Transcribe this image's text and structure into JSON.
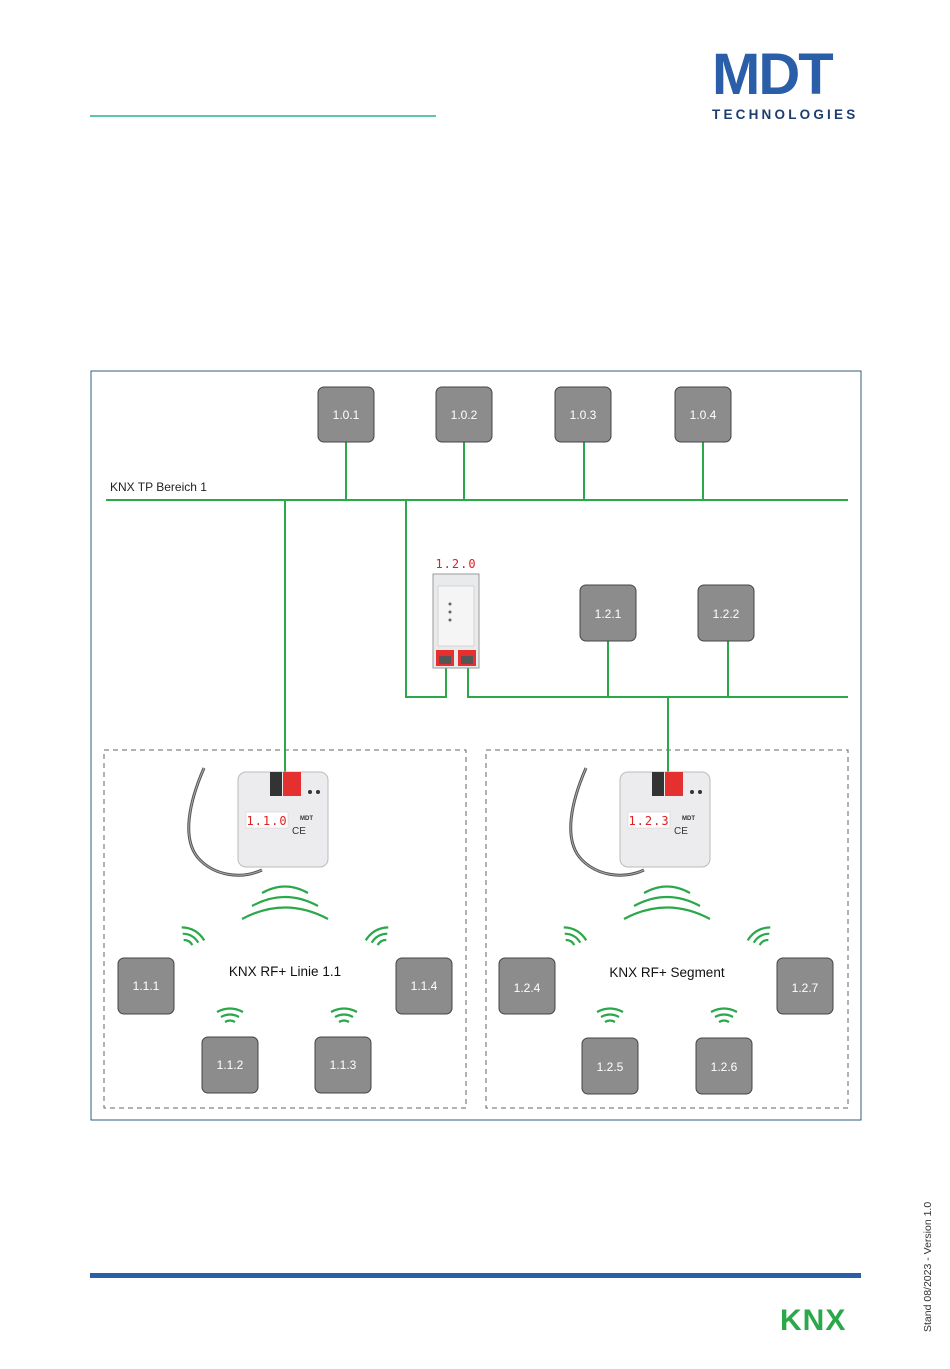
{
  "header": {
    "brand_main": "MDT",
    "brand_sub": "TECHNOLOGIES",
    "accent_color": "#5cc6ad",
    "brand_color": "#1c3d6e"
  },
  "diagram": {
    "bus_color": "#2aa84a",
    "device_color": "#8c8c8c",
    "tp_line_label": "KNX TP Bereich 1",
    "tp_devices": [
      "1.0.1",
      "1.0.2",
      "1.0.3",
      "1.0.4"
    ],
    "coupler_label": "1.2.0",
    "segment_tp_devices": [
      "1.2.1",
      "1.2.2"
    ],
    "rf_line": {
      "label": "KNX RF+ Linie 1.1",
      "coupler_label": "1.1.0",
      "devices": [
        "1.1.1",
        "1.1.2",
        "1.1.3",
        "1.1.4"
      ]
    },
    "rf_segment": {
      "label": "KNX RF+ Segment",
      "coupler_label": "1.2.3",
      "devices": [
        "1.2.4",
        "1.2.5",
        "1.2.6",
        "1.2.7"
      ]
    }
  },
  "footer": {
    "stand": "Stand 08/2023 - Version 1.0",
    "knx_logo": "KNX"
  }
}
